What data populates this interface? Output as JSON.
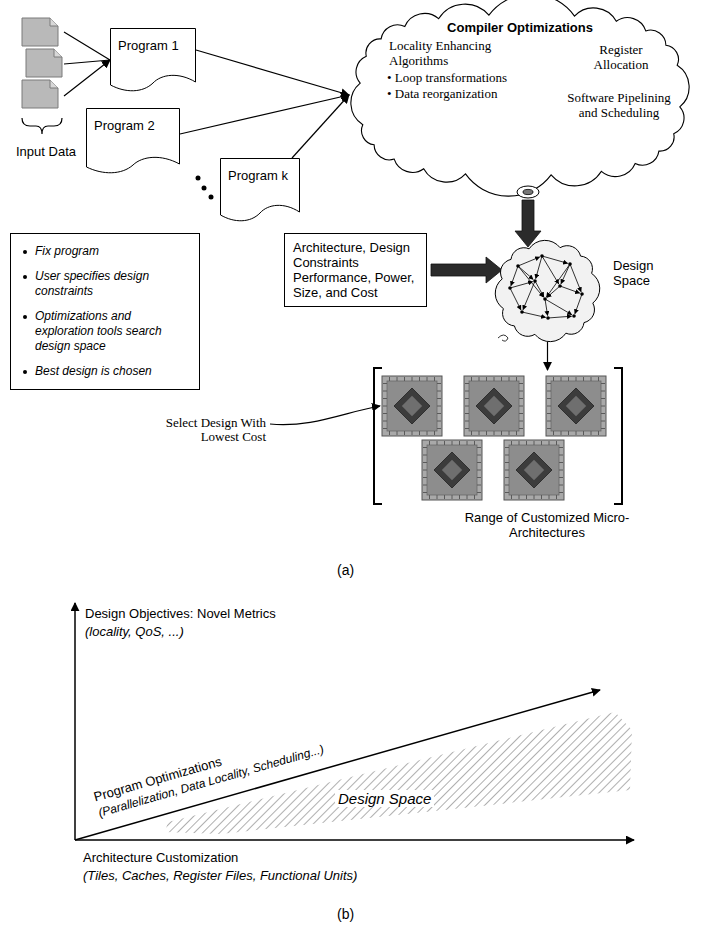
{
  "diagram": {
    "nodes": [
      {
        "text": [
          "Input Data"
        ]
      },
      {
        "text": [
          "Program 1"
        ]
      },
      {
        "text": [
          "Program 2"
        ]
      },
      {
        "text": [
          "Program k"
        ]
      },
      {
        "text": [
          "Compiler Optimizations",
          "Locality Enhancing Algorithms",
          "• Loop transformations",
          "• Data reorganization",
          "Register Allocation",
          "Software Pipelining and Scheduling"
        ]
      },
      {
        "text": [
          "Fix program",
          "User specifies design constraints",
          "Optimizations and exploration tools search design space",
          "Best design is chosen"
        ]
      },
      {
        "text": [
          "Architecture, Design Constraints Performance, Power, Size, and Cost"
        ]
      },
      {
        "text": [
          "Design Space"
        ]
      },
      {
        "text": [
          "Range of Customized Micro-Architectures"
        ]
      },
      {
        "text": [
          "Design Space"
        ]
      }
    ],
    "edges": [
      {
        "from": 0,
        "to": 1,
        "arrow": "to"
      },
      {
        "from": 1,
        "to": 4,
        "arrow": "to"
      },
      {
        "from": 2,
        "to": 4,
        "arrow": "to"
      },
      {
        "from": 3,
        "to": 4,
        "arrow": "to"
      },
      {
        "from": 4,
        "to": 7,
        "arrow": "to"
      },
      {
        "from": 6,
        "to": 7,
        "arrow": "to"
      },
      {
        "from": 7,
        "to": 8,
        "arrow": "to"
      }
    ],
    "labels": [
      "Select Design With Lowest Cost",
      "(a)",
      "Design Objectives: Novel Metrics",
      "(locality, QoS, ...)",
      "Program Optimizations",
      "(Parallelization, Data Locality, Scheduling...)",
      "Architecture Customization",
      "(Tiles, Caches, Register Files, Functional Units)",
      "(b)"
    ]
  }
}
